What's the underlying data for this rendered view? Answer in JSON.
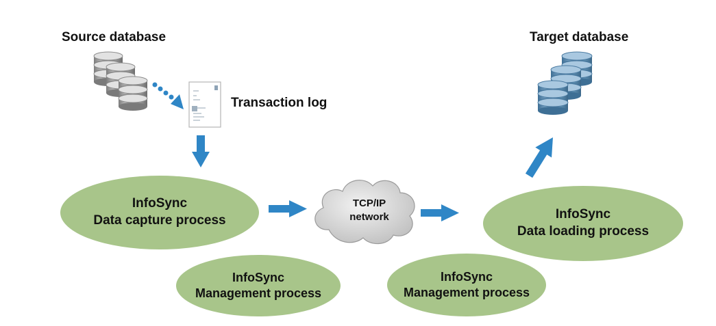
{
  "labels": {
    "source_db": "Source database",
    "target_db": "Target database",
    "transaction_log": "Transaction log"
  },
  "processes": {
    "capture": {
      "line1": "InfoSync",
      "line2": "Data capture process"
    },
    "loading": {
      "line1": "InfoSync",
      "line2": "Data loading process"
    },
    "mgmt_left": {
      "line1": "InfoSync",
      "line2": "Management process"
    },
    "mgmt_right": {
      "line1": "InfoSync",
      "line2": "Management process"
    }
  },
  "network": {
    "line1": "TCP/IP",
    "line2": "network"
  },
  "colors": {
    "ellipse_fill": "#a8c58a",
    "arrow": "#2f86c6",
    "source_db": "#a9a9a9",
    "target_db": "#6a9bbd",
    "cloud": "#d9d9d9"
  }
}
